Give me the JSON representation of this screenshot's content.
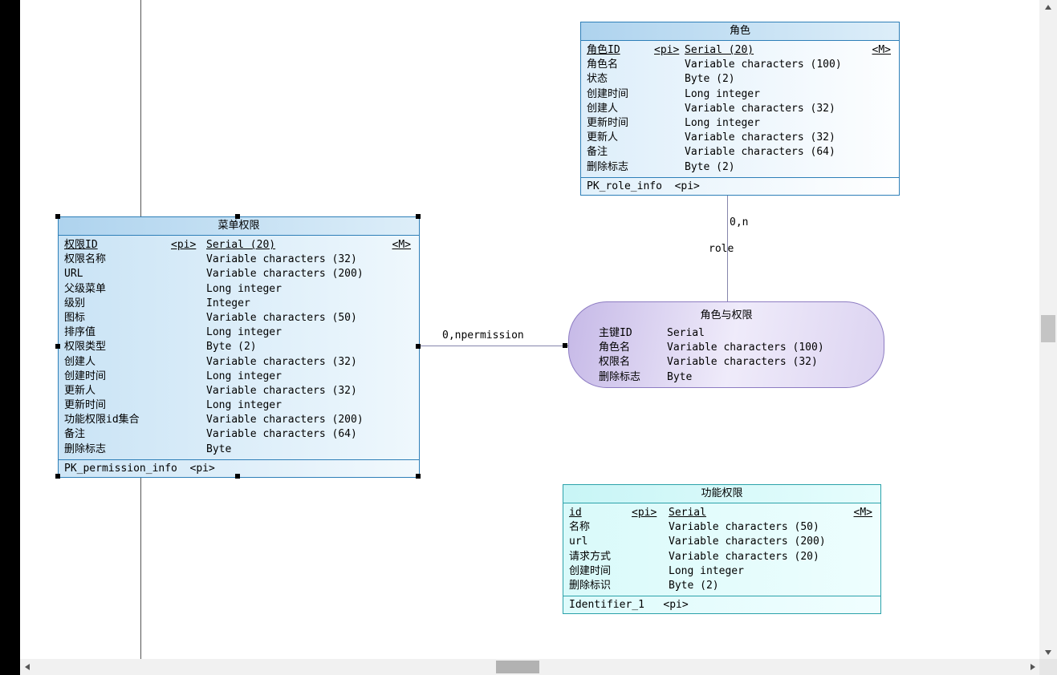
{
  "entities": [
    {
      "title": "角色",
      "attributes": [
        {
          "name": "角色ID",
          "pi": "<pi>",
          "type": "Serial (20)",
          "m": "<M>",
          "pk": true
        },
        {
          "name": "角色名",
          "type": "Variable characters (100)"
        },
        {
          "name": "状态",
          "type": "Byte (2)"
        },
        {
          "name": "创建时间",
          "type": "Long integer"
        },
        {
          "name": "创建人",
          "type": "Variable characters (32)"
        },
        {
          "name": "更新时间",
          "type": "Long integer"
        },
        {
          "name": "更新人",
          "type": "Variable characters (32)"
        },
        {
          "name": "备注",
          "type": "Variable characters (64)"
        },
        {
          "name": "删除标志",
          "type": "Byte (2)"
        }
      ],
      "footer": "PK_role_info  <pi>"
    },
    {
      "title": "菜单权限",
      "attributes": [
        {
          "name": "权限ID",
          "pi": "<pi>",
          "type": "Serial (20)",
          "m": "<M>",
          "pk": true
        },
        {
          "name": "权限名称",
          "type": "Variable characters (32)"
        },
        {
          "name": "URL",
          "type": "Variable characters (200)"
        },
        {
          "name": "父级菜单",
          "type": "Long integer"
        },
        {
          "name": "级别",
          "type": "Integer"
        },
        {
          "name": "图标",
          "type": "Variable characters (50)"
        },
        {
          "name": "排序值",
          "type": "Long integer"
        },
        {
          "name": "权限类型",
          "type": "Byte (2)"
        },
        {
          "name": "创建人",
          "type": "Variable characters (32)"
        },
        {
          "name": "创建时间",
          "type": "Long integer"
        },
        {
          "name": "更新人",
          "type": "Variable characters (32)"
        },
        {
          "name": "更新时间",
          "type": "Long integer"
        },
        {
          "name": "功能权限id集合",
          "type": "Variable characters (200)"
        },
        {
          "name": "备注",
          "type": "Variable characters (64)"
        },
        {
          "name": "删除标志",
          "type": "Byte"
        }
      ],
      "footer": "PK_permission_info  <pi>"
    },
    {
      "title": "角色与权限",
      "attributes": [
        {
          "name": "主键ID",
          "type": "Serial"
        },
        {
          "name": "角色名",
          "type": "Variable characters (100)"
        },
        {
          "name": "权限名",
          "type": "Variable characters (32)"
        },
        {
          "name": "删除标志",
          "type": "Byte"
        }
      ]
    },
    {
      "title": "功能权限",
      "attributes": [
        {
          "name": "id",
          "pi": "<pi>",
          "type": "Serial",
          "m": "<M>",
          "pk": true
        },
        {
          "name": "名称",
          "type": "Variable characters (50)"
        },
        {
          "name": "url",
          "type": "Variable characters (200)"
        },
        {
          "name": "请求方式",
          "type": "Variable characters (20)"
        },
        {
          "name": "创建时间",
          "type": "Long integer"
        },
        {
          "name": "删除标识",
          "type": "Byte (2)"
        }
      ],
      "footer": "Identifier_1   <pi>"
    }
  ],
  "connections": {
    "role_link": {
      "cardinality": "0,n",
      "role_name": "role"
    },
    "permission_link": {
      "label": "0,npermission"
    }
  }
}
